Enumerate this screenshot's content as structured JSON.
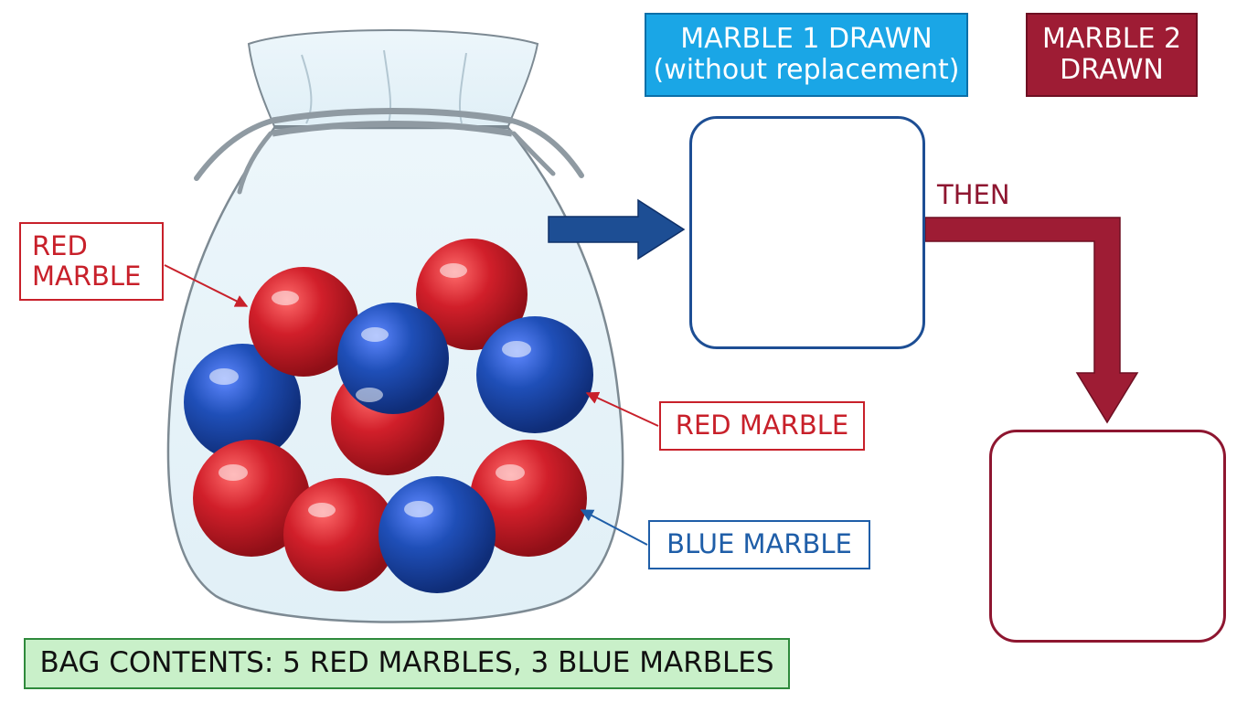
{
  "headers": {
    "marble1": {
      "line1": "MARBLE 1 DRAWN",
      "line2": "(without replacement)"
    },
    "marble2": {
      "line1": "MARBLE 2",
      "line2": "DRAWN"
    }
  },
  "labels": {
    "red_marble_left": {
      "line1": "RED",
      "line2": "MARBLE"
    },
    "red_marble_right": "RED MARBLE",
    "blue_marble": "BLUE MARBLE",
    "then": "THEN",
    "bag_contents": "BAG CONTENTS: 5 RED MARBLES, 3 BLUE MARBLES"
  },
  "colors": {
    "red_marble": "#d11f2a",
    "blue_marble": "#1f4fb8",
    "header1_bg": "#1aa6e6",
    "header2_bg": "#9e1c34",
    "arrow_blue": "#1d4e94",
    "arrow_maroon": "#8e1630",
    "contents_bg": "#c9f0c9"
  },
  "icons": [
    "drawstring-bag-icon",
    "red-marble-icon",
    "blue-marble-icon",
    "arrow-right-icon",
    "elbow-arrow-down-icon"
  ]
}
